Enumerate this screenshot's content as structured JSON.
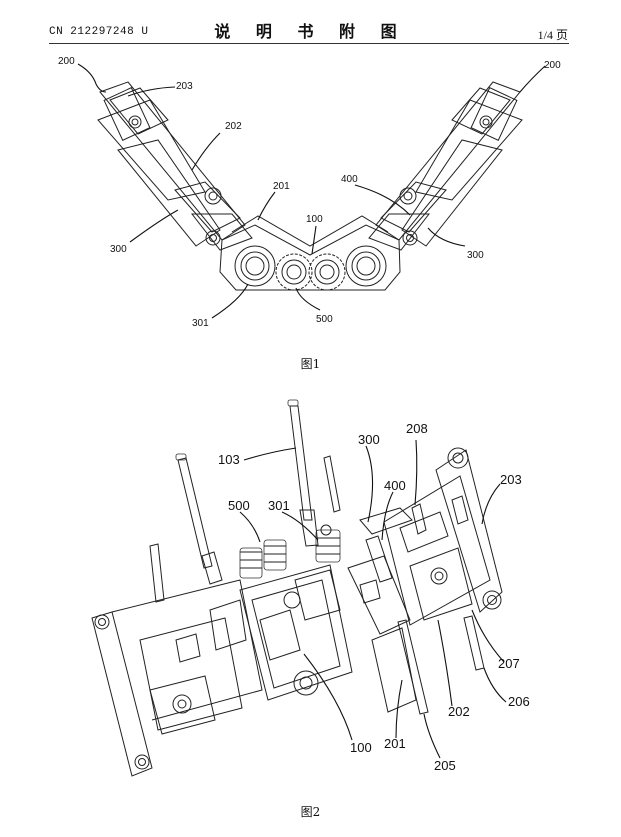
{
  "header": {
    "doc_number": "CN 212297248 U",
    "title": "说 明 书 附 图",
    "page": "1/4 页"
  },
  "figure1": {
    "caption": "图1",
    "labels": {
      "l200a": "200",
      "l203": "203",
      "l202": "202",
      "l201": "201",
      "l400": "400",
      "l100": "100",
      "l200b": "200",
      "l300a": "300",
      "l300b": "300",
      "l301": "301",
      "l500": "500"
    }
  },
  "figure2": {
    "caption": "图2",
    "labels": {
      "l103": "103",
      "l300": "300",
      "l208": "208",
      "l400": "400",
      "l203": "203",
      "l500": "500",
      "l301": "301",
      "l207": "207",
      "l206": "206",
      "l202": "202",
      "l100": "100",
      "l201": "201",
      "l205": "205"
    }
  }
}
